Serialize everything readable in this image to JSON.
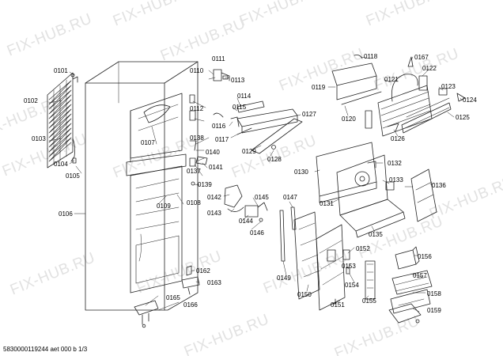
{
  "watermark": {
    "text": "FIX-HUB.RU"
  },
  "footer": {
    "code": "5830000119244 aet 000 b 1/3"
  },
  "parts": {
    "p0101": "0101",
    "p0102": "0102",
    "p0103": "0103",
    "p0104": "0104",
    "p0105": "0105",
    "p0106": "0106",
    "p0107": "0107",
    "p0108": "0108",
    "p0109": "0109",
    "p0110": "0110",
    "p0111": "0111",
    "p0112": "0112",
    "p0113": "0113",
    "p0114": "0114",
    "p0115": "0115",
    "p0116": "0116",
    "p0117": "0117",
    "p0118": "0118",
    "p0119": "0119",
    "p0120": "0120",
    "p0121": "0121",
    "p0122": "0122",
    "p0123": "0123",
    "p0124": "0124",
    "p0125": "0125",
    "p0126": "0126",
    "p0127": "0127",
    "p0128": "0128",
    "p0129": "0129",
    "p0130": "0130",
    "p0131": "0131",
    "p0132": "0132",
    "p0133": "0133",
    "p0135": "0135",
    "p0136": "0136",
    "p0137": "0137",
    "p0138": "0138",
    "p0139": "0139",
    "p0140": "0140",
    "p0141": "0141",
    "p0142": "0142",
    "p0143": "0143",
    "p0144": "0144",
    "p0145": "0145",
    "p0146": "0146",
    "p0147": "0147",
    "p0149": "0149",
    "p0150": "0150",
    "p0151": "0151",
    "p0152": "0152",
    "p0153": "0153",
    "p0154": "0154",
    "p0155": "0155",
    "p0156": "0156",
    "p0157": "0157",
    "p0158": "0158",
    "p0159": "0159",
    "p0162": "0162",
    "p0163": "0163",
    "p0165": "0165",
    "p0166": "0166",
    "p0167": "0167"
  }
}
